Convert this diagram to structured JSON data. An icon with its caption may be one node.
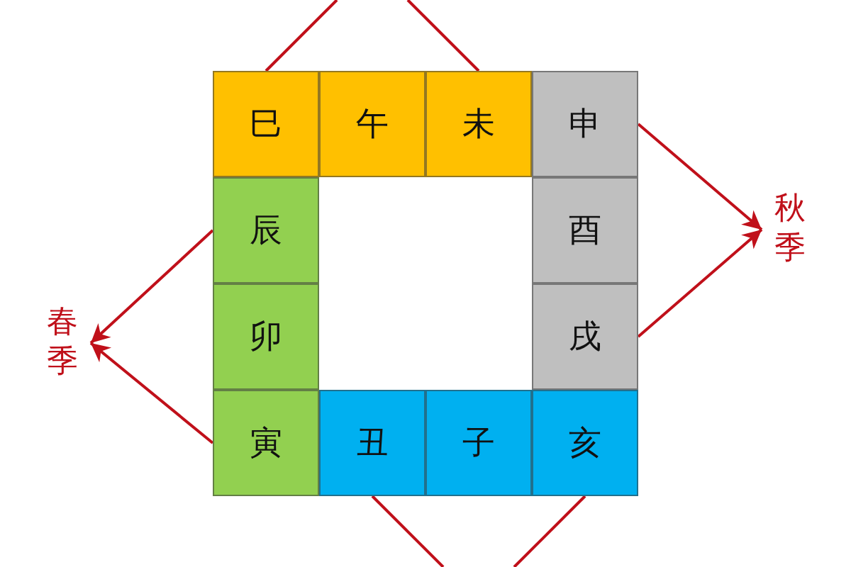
{
  "diagram": {
    "nodes": [
      {
        "text": [
          "巳"
        ]
      },
      {
        "text": [
          "午"
        ]
      },
      {
        "text": [
          "未"
        ]
      },
      {
        "text": [
          "申"
        ]
      },
      {
        "text": [
          "辰"
        ]
      },
      {
        "text": [
          "酉"
        ]
      },
      {
        "text": [
          "秋季"
        ]
      },
      {
        "text": [
          "春季"
        ]
      },
      {
        "text": [
          "卯"
        ]
      },
      {
        "text": [
          "戌"
        ]
      },
      {
        "text": [
          "寅"
        ]
      },
      {
        "text": [
          "丑"
        ]
      },
      {
        "text": [
          "子"
        ]
      },
      {
        "text": [
          "亥"
        ]
      }
    ],
    "edges": [
      {
        "from": 0,
        "to": null,
        "arrow": "none"
      },
      {
        "from": 2,
        "to": null,
        "arrow": "none"
      },
      {
        "from": 3,
        "to": 6,
        "arrow": "to"
      },
      {
        "from": 9,
        "to": 6,
        "arrow": "to"
      },
      {
        "from": 4,
        "to": 7,
        "arrow": "to"
      },
      {
        "from": 10,
        "to": 7,
        "arrow": "to"
      },
      {
        "from": 11,
        "to": null,
        "arrow": "none"
      },
      {
        "from": 13,
        "to": null,
        "arrow": "none"
      }
    ]
  }
}
